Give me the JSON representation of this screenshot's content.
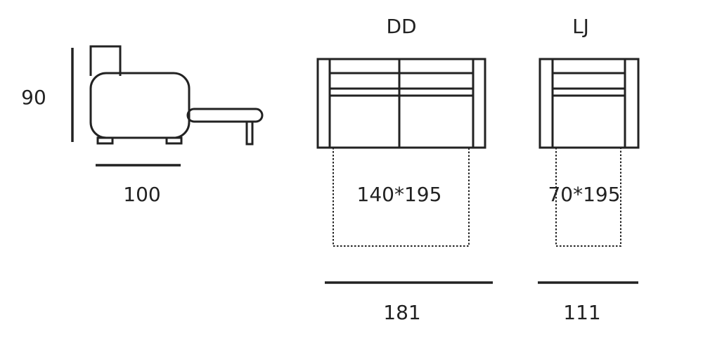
{
  "side_view": {
    "height_label": "90",
    "depth_label": "100"
  },
  "models": [
    {
      "code": "DD",
      "bed_size": "140*195",
      "width_label": "181"
    },
    {
      "code": "LJ",
      "bed_size": "70*195",
      "width_label": "111"
    }
  ],
  "colors": {
    "line": "#222222",
    "background": "#ffffff"
  }
}
